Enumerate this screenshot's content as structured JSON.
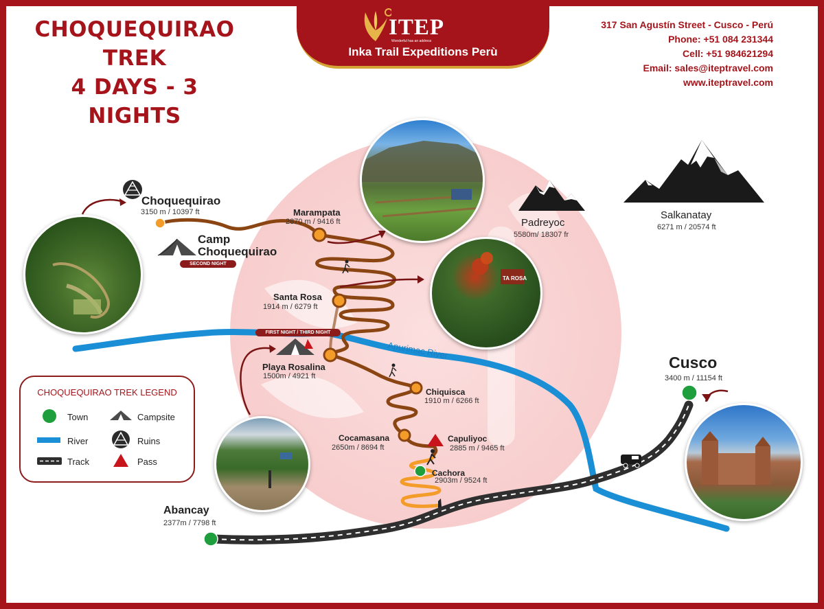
{
  "header": {
    "title_line1": "CHOQUEQUIRAO TREK",
    "title_line2": "4 DAYS - 3 NIGHTS",
    "brand": "ITEP",
    "brand_tagline": "Wonderful has an address",
    "brand_name": "Inka Trail Expeditions Perù",
    "address": "317 San Agustín Street - Cusco - Perú",
    "phone": "Phone: +51 084 231344",
    "cell": "Cell: +51 984621294",
    "email": "Email: sales@iteptravel.com",
    "website": "www.iteptravel.com"
  },
  "places": {
    "choquequirao": {
      "name": "Choquequirao",
      "alt": "3150 m / 10397 ft"
    },
    "camp": {
      "name_line1": "Camp",
      "name_line2": "Choquequirao",
      "badge": "SECOND NIGHT"
    },
    "marampata": {
      "name": "Marampata",
      "alt": "2870 m / 9416 ft"
    },
    "santa_rosa": {
      "name": "Santa Rosa",
      "alt": "1914 m / 6279 ft"
    },
    "playa_rosalina": {
      "name": "Playa Rosalina",
      "alt": "1500m / 4921 ft",
      "badge": "FIRST NIGHT / THIRD NIGHT"
    },
    "chiquisca": {
      "name": "Chiquisca",
      "alt": "1910 m / 6266 ft"
    },
    "cocamasana": {
      "name": "Cocamasana",
      "alt": "2650m / 8694 ft"
    },
    "capuliyoc": {
      "name": "Capuliyoc",
      "alt": "2885 m / 9465 ft"
    },
    "cachora": {
      "name": "Cachora",
      "alt": "2903m / 9524 ft"
    },
    "abancay": {
      "name": "Abancay",
      "alt": "2377m / 7798 ft"
    },
    "cusco": {
      "name": "Cusco",
      "alt": "3400 m / 11154 ft"
    },
    "padreyoc": {
      "name": "Padreyoc",
      "alt": "5580m/ 18307 fr"
    },
    "salkanatay": {
      "name": "Salkanatay",
      "alt": "6271 m / 20574 ft"
    },
    "river": "Apurimac River",
    "photo_sign": "TA ROSA"
  },
  "legend": {
    "title": "CHOQUEQUIRAO TREK LEGEND",
    "town": "Town",
    "campsite": "Campsite",
    "river": "River",
    "ruins": "Ruins",
    "track": "Track",
    "pass": "Pass"
  },
  "colors": {
    "brand_red": "#a6141b",
    "trail_brown": "#8b4513",
    "trail_orange": "#f39c2a",
    "river_blue": "#1a8fd6",
    "town_green": "#1e9e3c",
    "road_dark": "#3a3a3a"
  }
}
